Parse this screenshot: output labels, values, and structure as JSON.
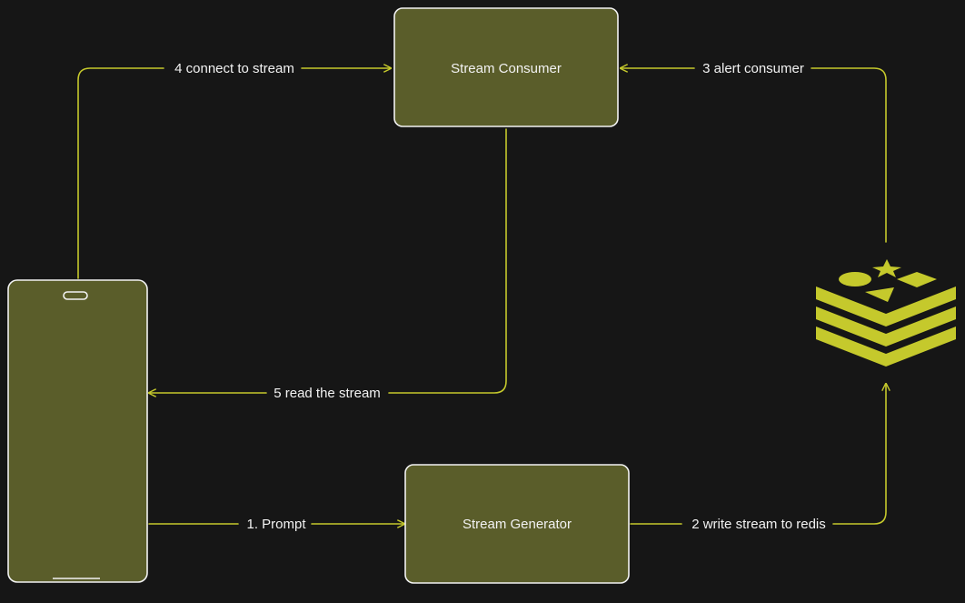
{
  "colors": {
    "background": "#161616",
    "box_fill": "#5a5d2a",
    "box_stroke": "#f2f2f2",
    "arrow": "#c5c92c",
    "label_text": "#f2f2f2",
    "redis_icon": "#c5c92c"
  },
  "nodes": {
    "stream_consumer": {
      "label": "Stream Consumer"
    },
    "stream_generator": {
      "label": "Stream Generator"
    },
    "phone": {
      "icon": "mobile-phone-icon"
    },
    "redis": {
      "icon": "redis-icon"
    }
  },
  "edges": {
    "prompt": {
      "label": "1. Prompt"
    },
    "write_stream": {
      "label": "2 write stream to redis"
    },
    "alert_consumer": {
      "label": "3 alert consumer"
    },
    "connect_stream": {
      "label": "4 connect to stream"
    },
    "read_stream": {
      "label": "5 read the stream"
    }
  }
}
